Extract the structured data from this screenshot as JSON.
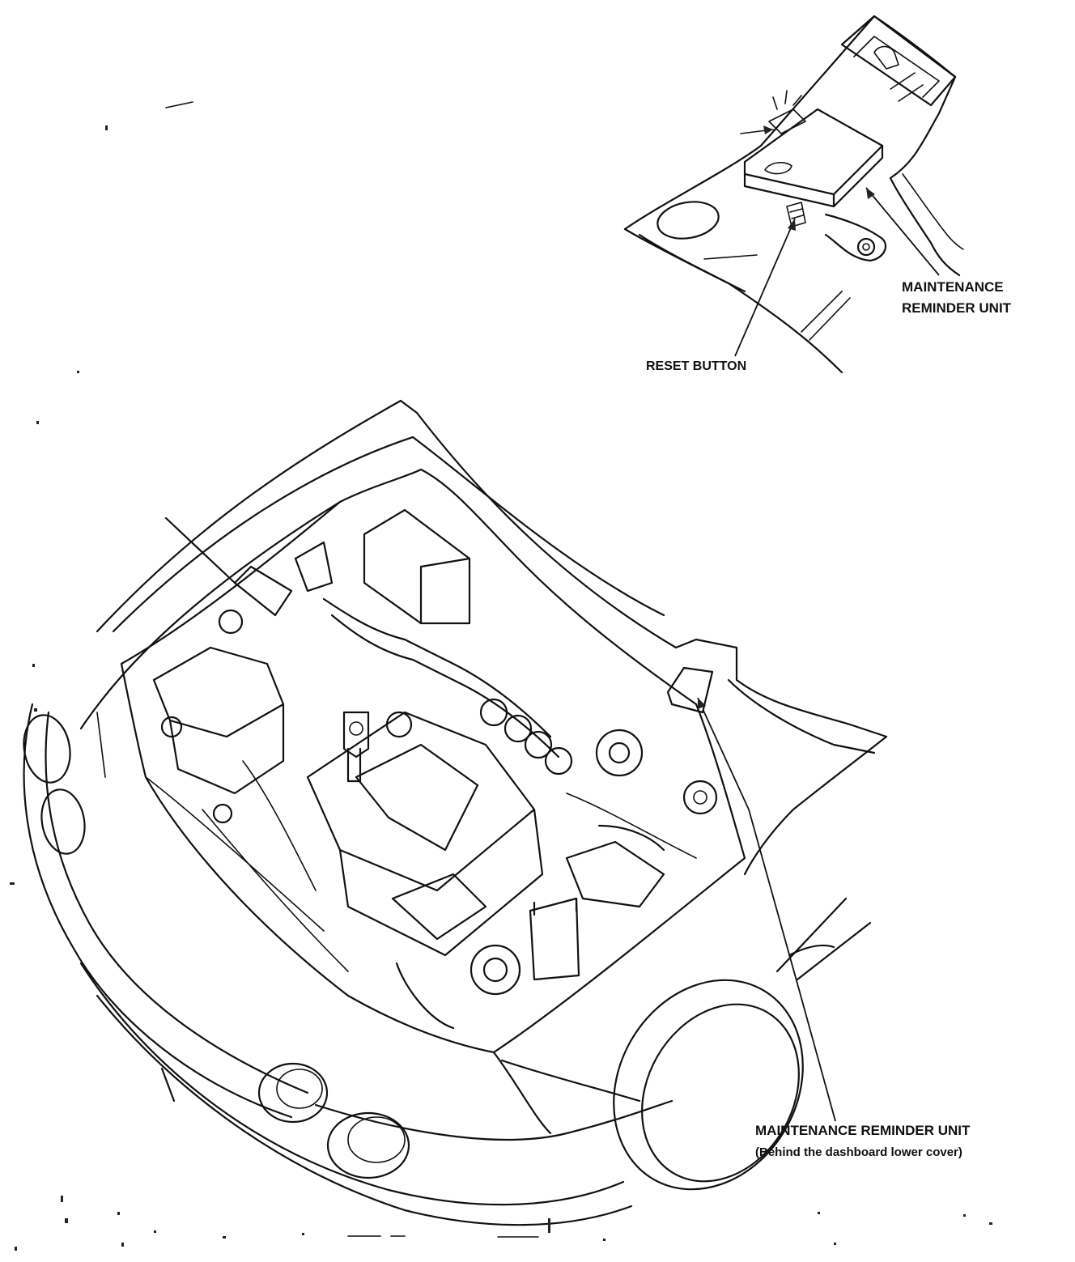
{
  "callouts": {
    "inset_unit": {
      "line1": "MAINTENANCE",
      "line2": "REMINDER UNIT"
    },
    "reset": "RESET BUTTON",
    "main_unit": {
      "line1": "MAINTENANCE REMINDER UNIT",
      "line2": "(Behind the dashboard lower cover)"
    }
  },
  "colors": {
    "ink": "#111111",
    "paper": "#ffffff"
  }
}
